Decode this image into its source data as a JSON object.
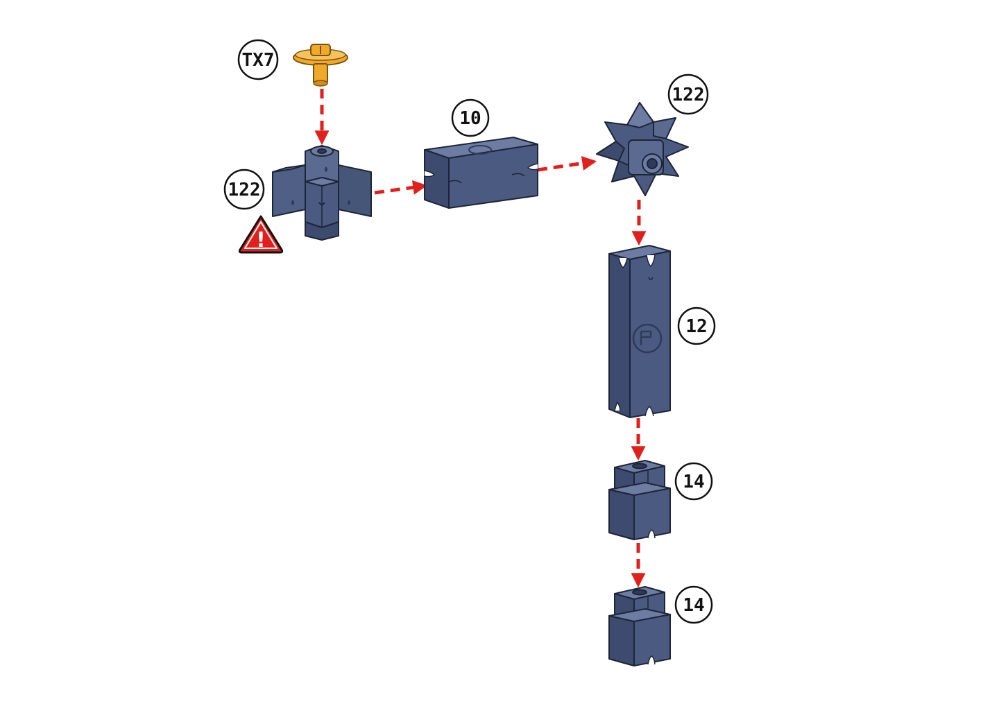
{
  "colors": {
    "part": "#4a5a80",
    "part_light": "#6d7ca2",
    "part_dark": "#2e3a58",
    "screw": "#f0a92a",
    "arrow": "#e0201c",
    "warning": "#e0201c"
  },
  "callouts": [
    {
      "id": "screw",
      "label": "TX7"
    },
    {
      "id": "connector-left",
      "label": "122"
    },
    {
      "id": "tube-horizontal",
      "label": "10"
    },
    {
      "id": "connector-right",
      "label": "122"
    },
    {
      "id": "tube-vertical",
      "label": "12"
    },
    {
      "id": "block-upper",
      "label": "14"
    },
    {
      "id": "block-lower",
      "label": "14"
    }
  ],
  "warning": {
    "symbol": "!",
    "icon": "warning-triangle-icon"
  }
}
